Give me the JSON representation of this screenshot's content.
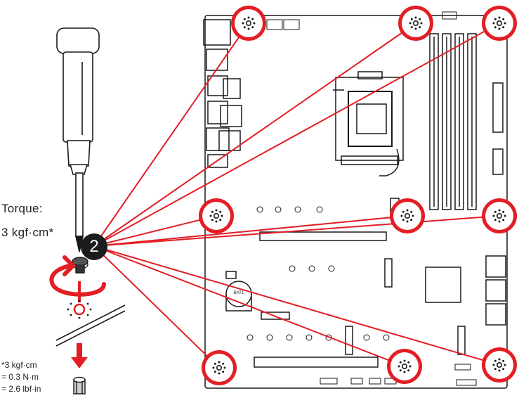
{
  "torque": {
    "label": "Torque:",
    "value": "3 kgf·cm*"
  },
  "step": {
    "number": "2"
  },
  "footnote": {
    "line1": "*3 kgf·cm",
    "line2": "= 0.3 N·m",
    "line3": "= 2.6 lbf·in"
  },
  "board": {
    "battery_label": "BAT1"
  },
  "colors": {
    "accent": "#e31e24",
    "line": "#1a1a1a",
    "badge": "#1c1c1c"
  },
  "icons": {
    "screw_hole": "screw-hole-icon",
    "screwdriver": "screwdriver-icon",
    "rotate_arrow": "clockwise-arrow-icon",
    "down_arrow": "down-arrow-icon",
    "standoff": "standoff-icon"
  }
}
